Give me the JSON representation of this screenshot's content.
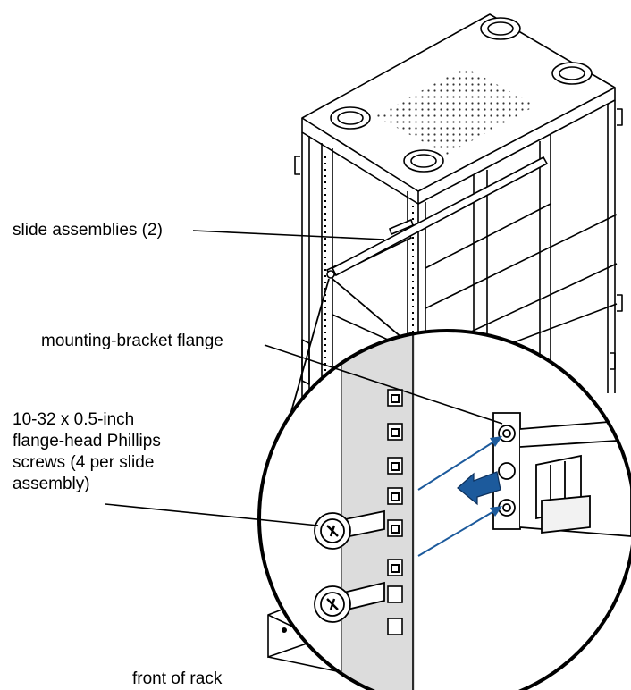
{
  "callouts": {
    "slide_assemblies": "slide assemblies (2)",
    "mounting_bracket_flange": "mounting-bracket flange",
    "screws_line1": "10-32 x 0.5-inch",
    "screws_line2": "flange-head Phillips",
    "screws_line3": "screws (4 per slide",
    "screws_line4": "assembly)",
    "front_of_rack": "front of rack"
  },
  "colors": {
    "line": "#000000",
    "arrow_blue": "#1c5a9c",
    "rail_gray": "#dcdcdc",
    "background": "#ffffff"
  }
}
